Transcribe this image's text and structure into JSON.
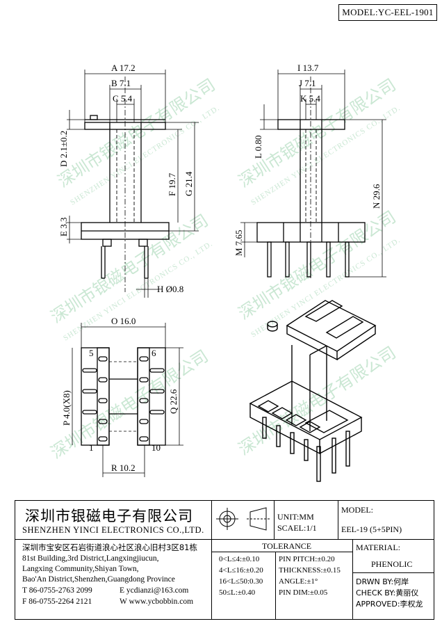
{
  "header": {
    "model_label": "MODEL:YC-EEL-1901"
  },
  "watermark": {
    "cn": "深圳市银磁电子有限公司",
    "en": "SHENZHEN YINCI ELECTRONICS CO., LTD."
  },
  "views": {
    "front": {
      "A": "A 17.2",
      "B": "B 7.1",
      "C": "C 5.4",
      "D": "D 2.1±0.2",
      "E": "E 3.3",
      "F": "F 19.7",
      "G": "G 21.4",
      "H": "H Ø0.8"
    },
    "side": {
      "I": "I 13.7",
      "J": "J 7.1",
      "K": "K 5.4",
      "L": "L 0.80",
      "M": "M 7.65",
      "N": "N 29.6"
    },
    "bottom": {
      "O": "O 16.0",
      "P": "P 4.0(X8)",
      "Q": "Q 22.6",
      "R": "R 10.2",
      "pin5": "5",
      "pin6": "6",
      "pin1": "1",
      "pin10": "10"
    }
  },
  "title_block": {
    "company_cn": "深圳市银磁电子有限公司",
    "company_en": "SHENZHEN YINCI ELECTRONICS CO.,LTD.",
    "address_cn": "深圳市宝安区石岩街道浪心社区浪心旧村3区81栋",
    "address_en": [
      "81st Building,3rd District,Langxingjiucun,",
      "Langxing Community,Shiyan Town,",
      "Bao'An District,Shenzhen,Guangdong Province"
    ],
    "tel": "T 86-0755-2763 2099",
    "email": "E ycdianzi@163.com",
    "fax": "F 86-0755-2264 2121",
    "web": "W www.ycbobbin.com",
    "unit": "UNIT:MM",
    "scale": "SCAEL:1/1",
    "model_label": "MODEL:",
    "model_value": "EEL-19 (5+5PIN)",
    "tolerance_title": "TOLERANCE",
    "tolerances": [
      "0<L≤4:±0.10",
      "4<L≤16:±0.20",
      "16<L≤50:0.30",
      "50≤L:±0.40"
    ],
    "pin_tolerances": [
      "PIN PITCH:±0.20",
      "THICKNESS:±0.15",
      "ANGLE:±1°",
      "PIN DIM:±0.05"
    ],
    "material_label": "MATERIAL:",
    "material_value": "PHENOLIC",
    "drawn_by": "DRWN BY:何岸",
    "check_by": "CHECK BY:黄丽仪",
    "approved": "APPROVED:李权龙"
  }
}
